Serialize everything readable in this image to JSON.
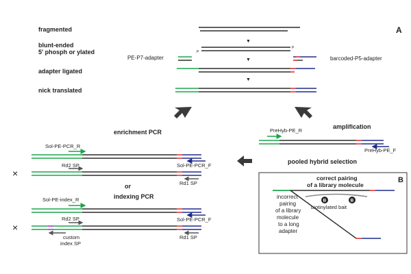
{
  "panels": {
    "a_label": "A",
    "b_label": "B"
  },
  "steps": {
    "fragmented": "fragmented",
    "blunt_line1": "blunt-ended",
    "blunt_line2": "5' phosph or ylated",
    "adapter_ligated": "adapter ligated",
    "nick_translated": "nick translated"
  },
  "adapters": {
    "p7": "PE-P7-adapter",
    "p5": "barcoded-P5-adapter",
    "p_mark": "P"
  },
  "amplification": {
    "title": "amplification",
    "primer_r": "PreHyb-PE_R",
    "primer_f": "PreHyb-PE_F"
  },
  "hybrid": {
    "title": "pooled hybrid selection",
    "correct_line1": "correct pairing",
    "correct_line2": "of a library molecule",
    "bait_symbol": "B",
    "bait_label": "biotinylated bait",
    "incorrect_lines": [
      "incorrect",
      "pairing",
      "of a library",
      "molecule",
      "to a long",
      "adapter"
    ]
  },
  "enrichment": {
    "title": "enrichment PCR",
    "primer_r": "Sol-PE-PCR_R",
    "primer_f": "Sol-PE-PCR_F",
    "rd2": "Rd2 SP",
    "rd1": "Rd1 SP",
    "x_mark": "×"
  },
  "or_label": "or",
  "indexing": {
    "title": "indexing PCR",
    "primer_r": "Sol-PE-index_R",
    "primer_f": "Sol-PE-PCR_F",
    "rd2": "Rd2 SP",
    "rd1": "Rd1 SP",
    "custom_line1": "custom",
    "custom_line2": "index SP",
    "x_mark": "×"
  },
  "colors": {
    "insert": "#2b2b2b",
    "green_adapter": "#1aa64a",
    "blue_adapter": "#1f2a8a",
    "barcode": "#e24a4a",
    "gray_arrow": "#3a3a3a"
  }
}
